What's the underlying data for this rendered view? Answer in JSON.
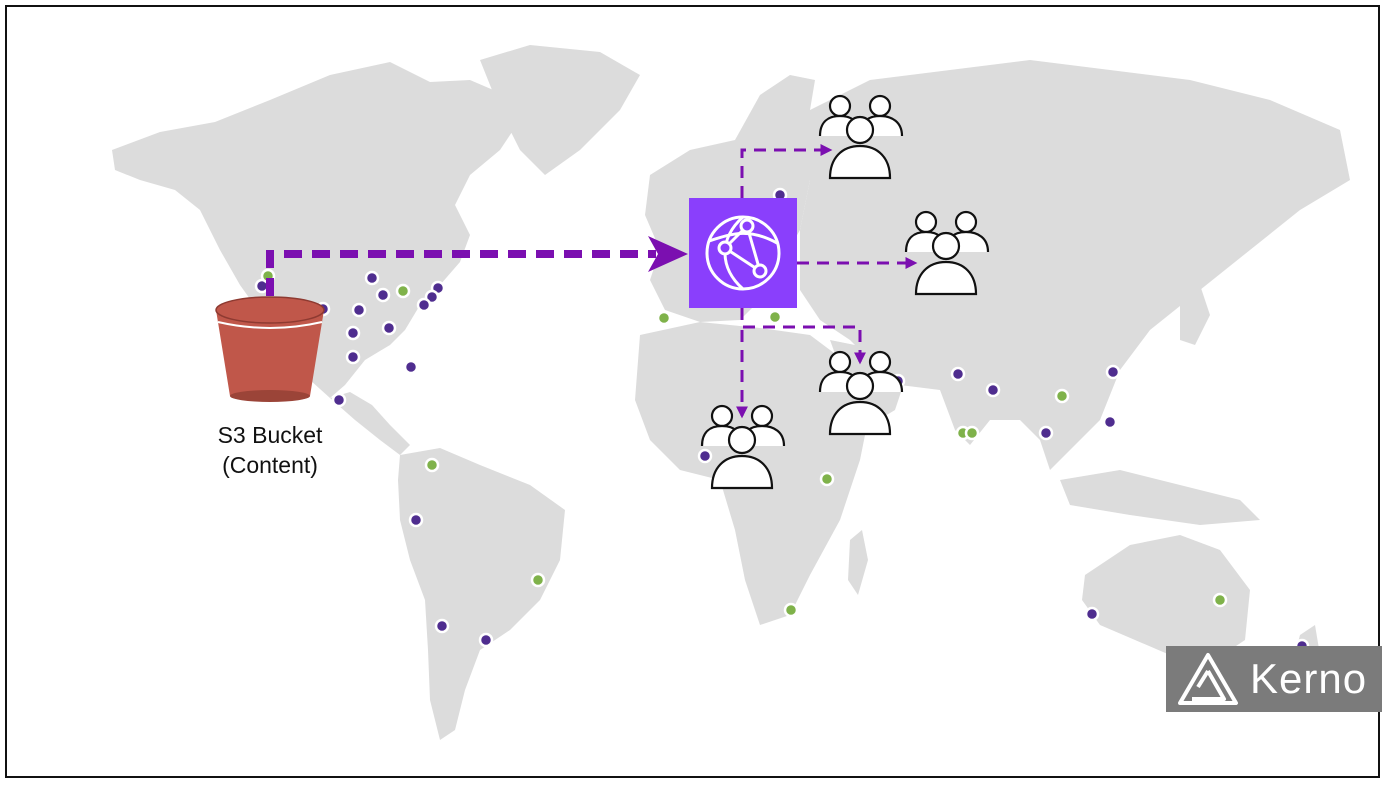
{
  "bucket": {
    "line1": "S3 Bucket",
    "line2": "(Content)"
  },
  "brand": {
    "name": "Kerno"
  },
  "colors": {
    "map_land": "#dcdcdc",
    "cloudfront": "#8a3ffc",
    "arrow": "#7b0fb0",
    "bucket_red": "#c0574a",
    "point_of_presence": "#4f2d8f",
    "regional_cache": "#7fb24a"
  },
  "icons": {
    "cloudfront": "cloudfront-icon",
    "bucket": "s3-bucket-icon",
    "users": "users-group-icon",
    "logo": "kerno-logo-icon"
  }
}
